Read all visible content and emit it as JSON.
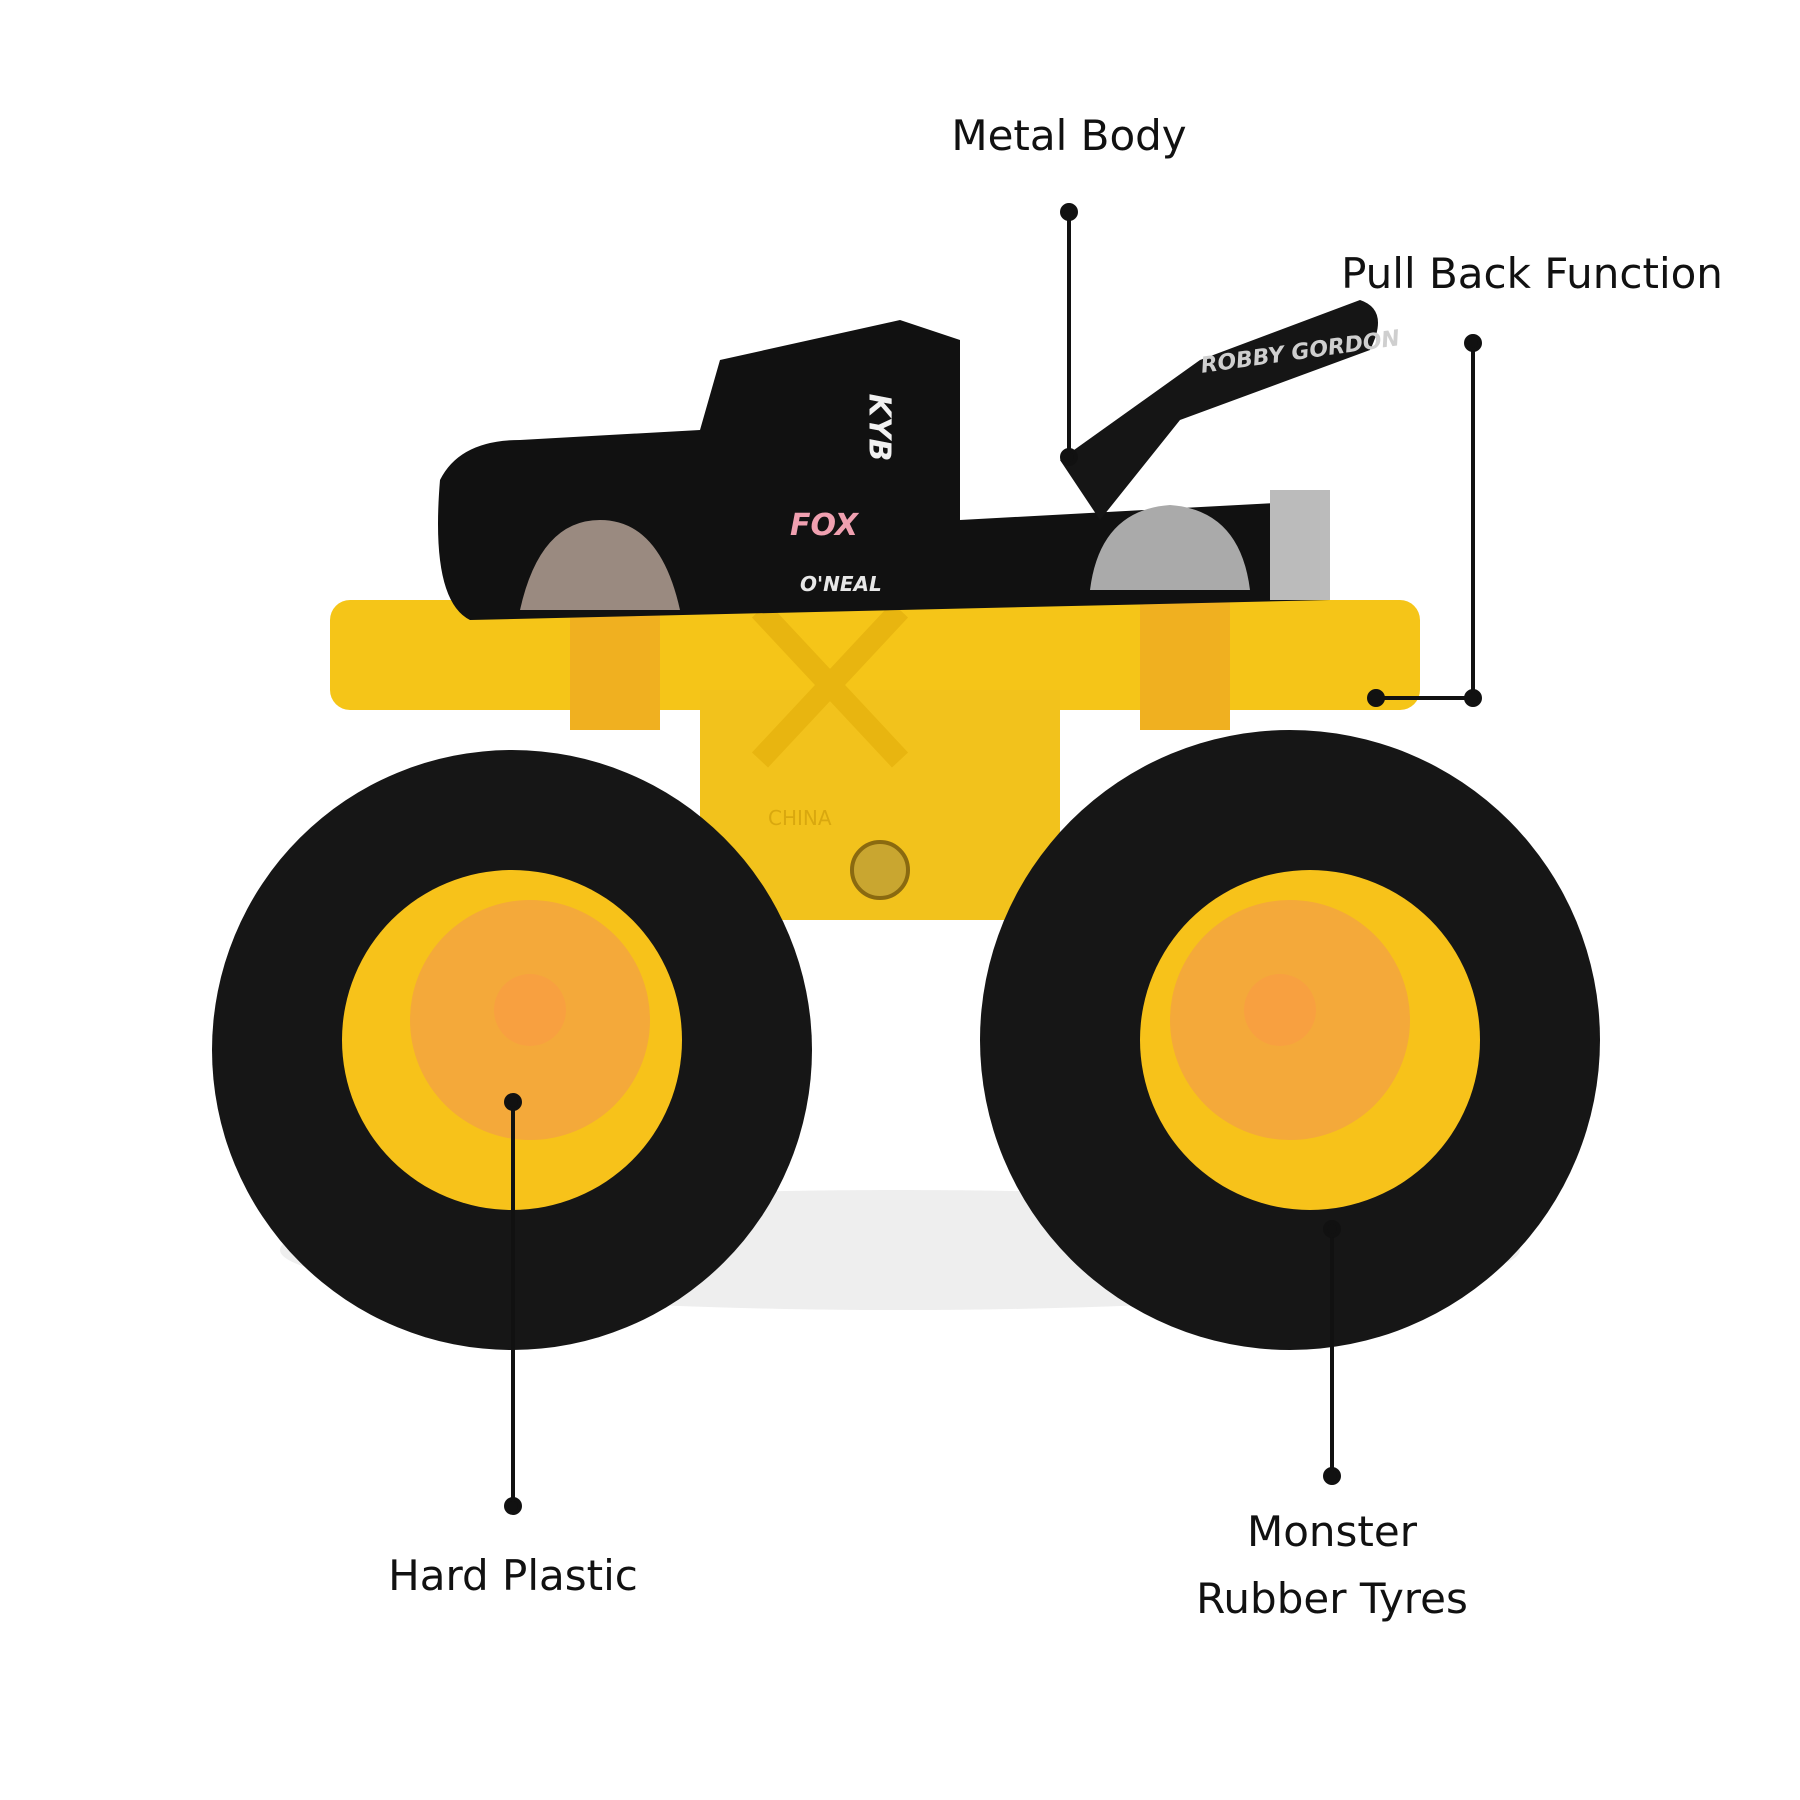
{
  "callouts": {
    "metal_body": "Metal Body",
    "pull_back": "Pull Back Function",
    "hard_plastic": "Hard Plastic",
    "tyres_line1": "Monster",
    "tyres_line2": "Rubber Tyres"
  },
  "product_markings": [
    "ROBBY GORDON",
    "KYB",
    "FOX",
    "O'NEAL",
    "CHINA"
  ],
  "colors": {
    "body": "#111111",
    "chassis": "#f5c518",
    "wheel": "#f7c21a",
    "tyre": "#161616",
    "callout_line": "#111111"
  }
}
